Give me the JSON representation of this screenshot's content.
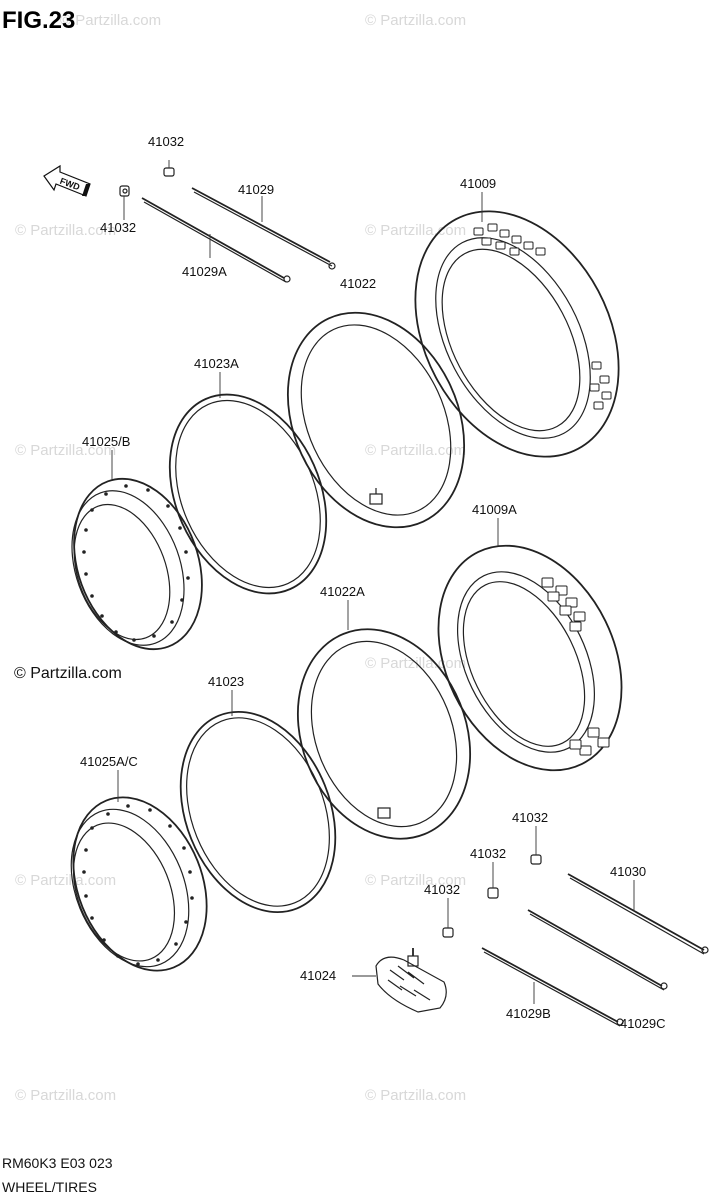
{
  "figure": {
    "title": "FIG.23",
    "model_code": "RM60K3 E03  023",
    "section": "WHEEL/TIRES",
    "copyright": "© Partzilla.com",
    "watermark": "© Partzilla.com",
    "direction_label": "FWD"
  },
  "parts": {
    "p41032_a": "41032",
    "p41032_b": "41032",
    "p41029": "41029",
    "p41029A": "41029A",
    "p41022": "41022",
    "p41009": "41009",
    "p41023A": "41023A",
    "p41025B": "41025/B",
    "p41009A": "41009A",
    "p41022A": "41022A",
    "p41023": "41023",
    "p41025AC": "41025A/C",
    "p41032_c": "41032",
    "p41032_d": "41032",
    "p41032_e": "41032",
    "p41030": "41030",
    "p41024": "41024",
    "p41029B": "41029B",
    "p41029C": "41029C"
  }
}
